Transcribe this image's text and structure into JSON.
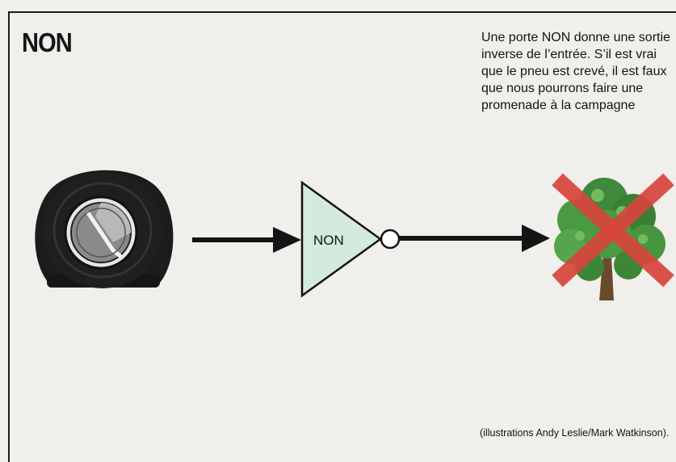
{
  "title": "NON",
  "description": "Une porte NON donne une sortie inverse de l’entrée. S’il est vrai que le pneu est crevé, il est faux que nous pourrons faire une promenade à la campagne",
  "gate_label": "NON",
  "credit": "(illustrations Andy Leslie/Mark Watkinson).",
  "icons": {
    "input": "flat-tire-icon",
    "output": "crossed-out-tree-icon"
  },
  "colors": {
    "gate_fill": "#d3eadc",
    "cross": "#d8453d",
    "tree": "#3f8a3a",
    "ink": "#141414"
  }
}
